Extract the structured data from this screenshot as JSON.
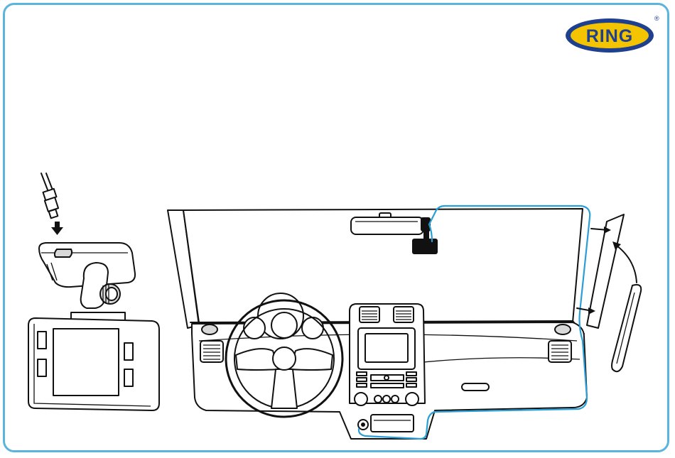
{
  "brand": {
    "logo_text": "RING",
    "registered_mark": "®",
    "logo_colors": {
      "outer": "#1f3f8f",
      "inner": "#f5c400",
      "text": "#1f3f8f"
    }
  },
  "colors": {
    "frame": "#5ab4dc",
    "cable": "#2a9fd6",
    "ink": "#111111",
    "fill_gray": "#d9d9d9"
  },
  "illustration": {
    "left": "dash-camera-with-mount-and-power-plug",
    "right": "car-interior-with-cable-routing-to-power-socket",
    "tool": "trim-tool"
  }
}
